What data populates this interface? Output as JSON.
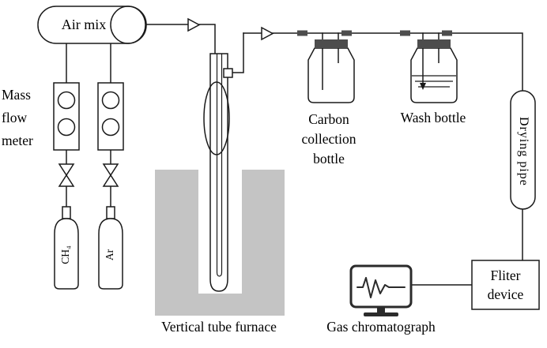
{
  "diagram": {
    "labels": {
      "air_mix": "Air mix",
      "mass_flow_meter": "Mass flow meter",
      "ch4": "CH₄",
      "ar": "Ar",
      "vertical_tube_furnace": "Vertical tube furnace",
      "carbon_collection_bottle": "Carbon collection bottle",
      "wash_bottle": "Wash bottle",
      "drying_pipe": "Drying pipe",
      "filter_device": "Fliter device",
      "gas_chromatograph": "Gas chromatograph"
    },
    "colors": {
      "line": "#1a1a1a",
      "furnace_fill": "#c4c4c4",
      "cap_fill": "#4d4d4d",
      "monitor_stroke": "#2b2b2b",
      "background": "#ffffff"
    }
  }
}
